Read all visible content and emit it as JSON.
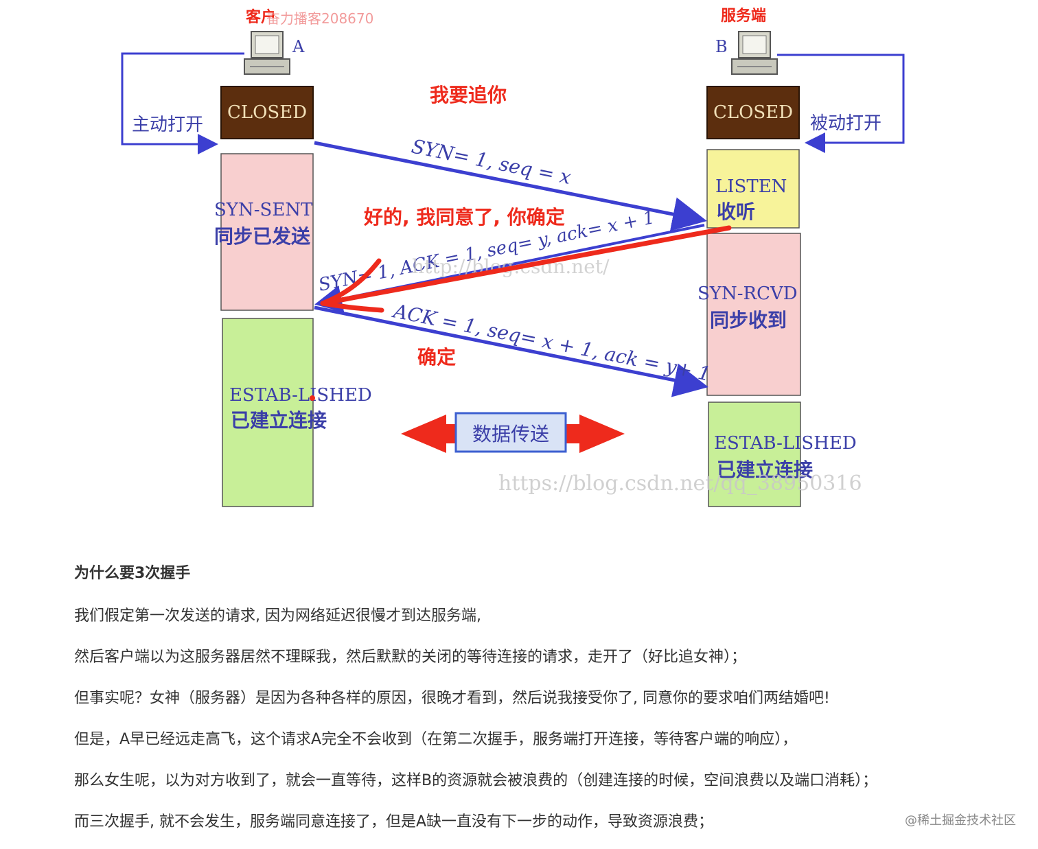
{
  "diagram": {
    "client_label": "客户",
    "server_label": "服务端",
    "host_a": "A",
    "host_b": "B",
    "active_open": "主动打开",
    "passive_open": "被动打开",
    "closed": "CLOSED",
    "listen_en": "LISTEN",
    "listen_zh": "收听",
    "syn_sent_en": "SYN-SENT",
    "syn_sent_zh": "同步已发送",
    "syn_rcvd_en": "SYN-RCVD",
    "syn_rcvd_zh": "同步收到",
    "established_en": "ESTAB-LISHED",
    "established_zh": "已建立连接",
    "msg1": "SYN= 1, seq = x",
    "msg2": "SYN= 1, ACK = 1, seq= y, ack= x + 1",
    "msg3": "ACK = 1, seq= x + 1, ack = y+ 1",
    "note1": "我要追你",
    "note2": "好的, 我同意了, 你确定",
    "note3": "确定",
    "data_transfer": "数据传送",
    "watermark_top": "奋力播客208670",
    "watermark_mid": "http://blog.csdn.net/",
    "watermark_bottom": "https://blog.csdn.net/qq_38950316",
    "colors": {
      "closed_box": "#5c2e0e",
      "syn_box": "#f8cfcf",
      "listen_box": "#f7f39a",
      "established_box": "#c8ef98",
      "blue_arrow": "#3c3fd0",
      "red_annotation": "#ee2a1c",
      "state_text": "#3b3fa8"
    }
  },
  "article": {
    "heading": "为什么要3次握手",
    "paragraphs": [
      "我们假定第一次发送的请求, 因为网络延迟很慢才到达服务端,",
      "然后客户端以为这服务器居然不理睬我，然后默默的关闭的等待连接的请求，走开了（好比追女神）；",
      "但事实呢？女神（服务器）是因为各种各样的原因，很晚才看到，然后说我接受你了, 同意你的要求咱们两结婚吧!",
      "但是，A早已经远走高飞，这个请求A完全不会收到（在第二次握手，服务端打开连接，等待客户端的响应），",
      "那么女生呢，以为对方收到了，就会一直等待，这样B的资源就会被浪费的（创建连接的时候，空间浪费以及端口消耗）；",
      "而三次握手, 就不会发生，服务端同意连接了，但是A缺一直没有下一步的动作，导致资源浪费；"
    ]
  },
  "footer_watermark": "@稀土掘金技术社区"
}
